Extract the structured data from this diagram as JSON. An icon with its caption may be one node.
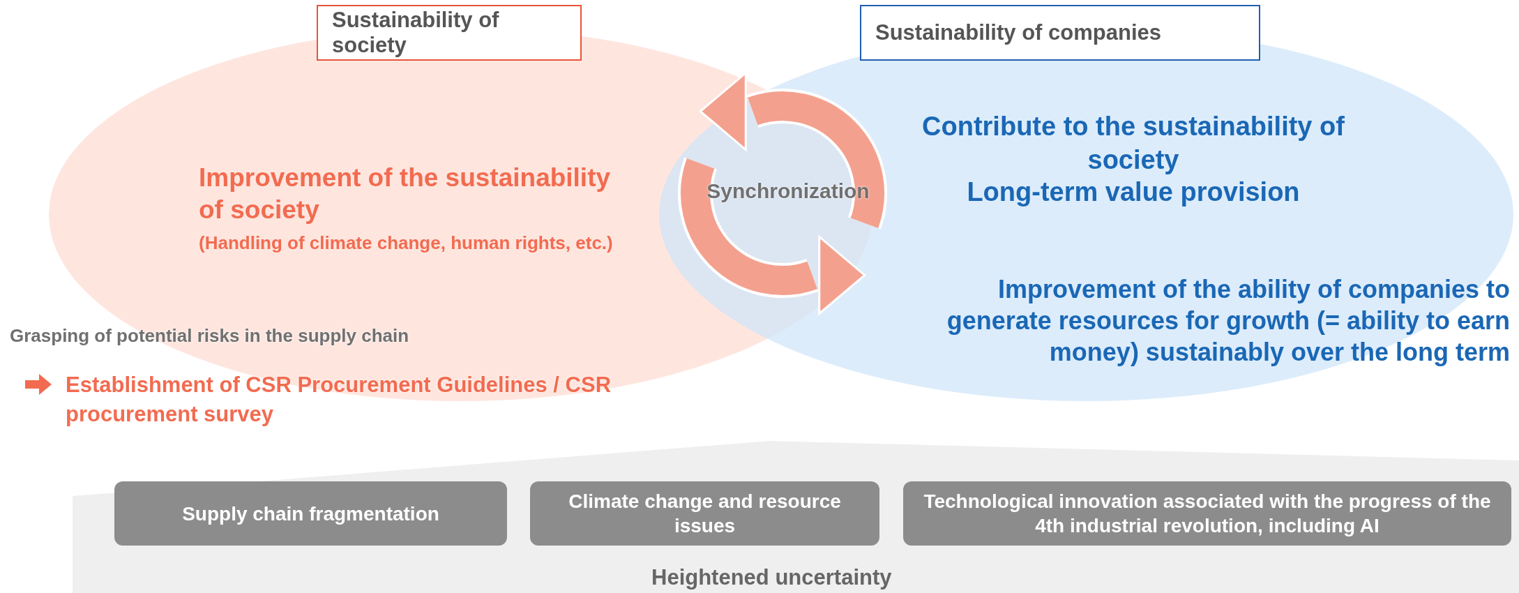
{
  "diagram": {
    "nodes": [
      {
        "text": [
          "Improvement of the sustainability of society",
          "(Handling of climate change, human rights, etc.)"
        ]
      },
      {
        "text": [
          "Sustainability of society"
        ]
      },
      {
        "text": [
          "Contribute to the sustainability of society",
          "Long-term value provision",
          "Improvement of the ability of companies to generate resources for growth (= ability to earn money) sustainably over the long term"
        ]
      },
      {
        "text": [
          "Sustainability of companies"
        ]
      },
      {
        "text": [
          "Heightened uncertainty"
        ]
      },
      {
        "text": [
          "Supply chain fragmentation"
        ],
        "in": 4
      },
      {
        "text": [
          "Climate change and resource issues"
        ],
        "in": 4
      },
      {
        "text": [
          "Technological innovation associated with the progress of the 4th industrial revolution, including AI"
        ],
        "in": 4
      }
    ],
    "labels": [
      "Synchronization",
      "Grasping of potential risks in the supply chain",
      "Establishment of CSR Procurement Guidelines / CSR procurement survey"
    ]
  }
}
